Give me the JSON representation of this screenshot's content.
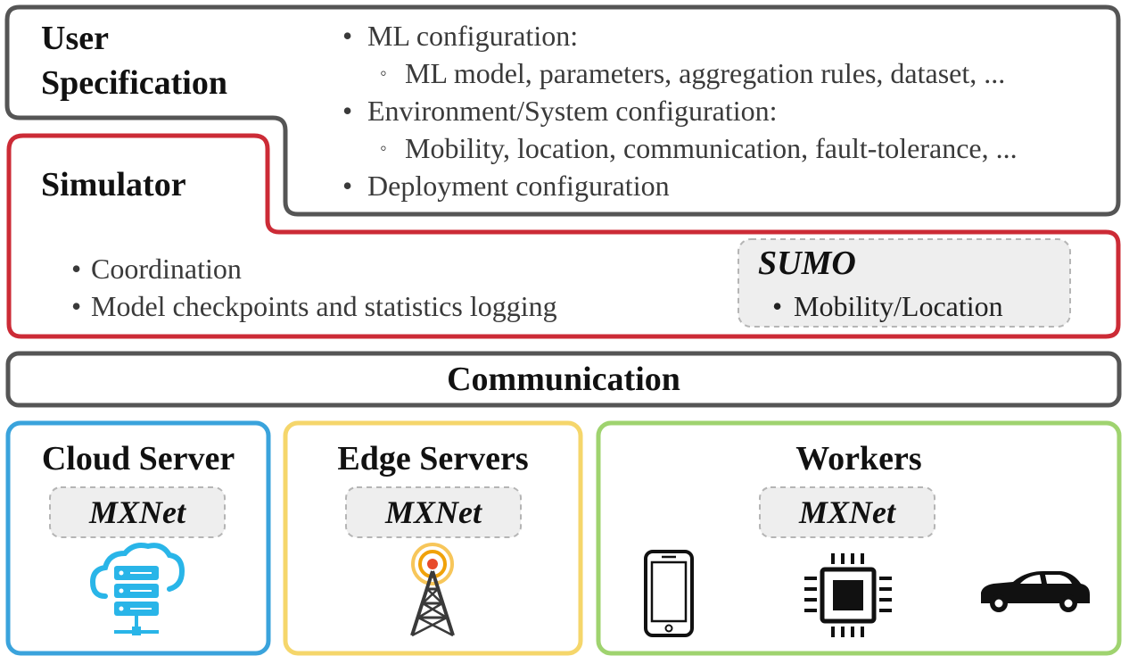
{
  "user_spec": {
    "title_line1": "User",
    "title_line2": "Specification",
    "items": [
      {
        "level": 1,
        "bullet": "•",
        "text": "ML configuration:"
      },
      {
        "level": 2,
        "bullet": "◦",
        "text": "ML model, parameters, aggregation rules, dataset, ..."
      },
      {
        "level": 1,
        "bullet": "•",
        "text": "Environment/System configuration:"
      },
      {
        "level": 2,
        "bullet": "◦",
        "text": "Mobility, location, communication, fault-tolerance, ..."
      },
      {
        "level": 1,
        "bullet": "•",
        "text": "Deployment configuration"
      }
    ]
  },
  "simulator": {
    "title": "Simulator",
    "items": [
      {
        "bullet": "•",
        "text": "Coordination"
      },
      {
        "bullet": "•",
        "text": "Model checkpoints and statistics logging"
      }
    ],
    "sumo": {
      "title": "SUMO",
      "item": {
        "bullet": "•",
        "text": "Mobility/Location"
      }
    }
  },
  "communication": {
    "title": "Communication"
  },
  "cloud_server": {
    "title": "Cloud Server",
    "framework": "MXNet",
    "icon": "cloud-server-icon"
  },
  "edge_servers": {
    "title": "Edge Servers",
    "framework": "MXNet",
    "icon": "antenna-tower-icon"
  },
  "workers": {
    "title": "Workers",
    "framework": "MXNet",
    "icons": [
      "smartphone-icon",
      "chip-icon",
      "car-icon"
    ]
  },
  "colors": {
    "gray_border": "#555555",
    "simulator_red": "#cc2b36",
    "cloud_blue": "#3aa3dc",
    "edge_yellow": "#f5d66b",
    "workers_green": "#9fd36f",
    "icon_cyan": "#29b5e8",
    "tower_orange": "#f0a20a",
    "dashed_box_fill": "#eeeeee"
  }
}
